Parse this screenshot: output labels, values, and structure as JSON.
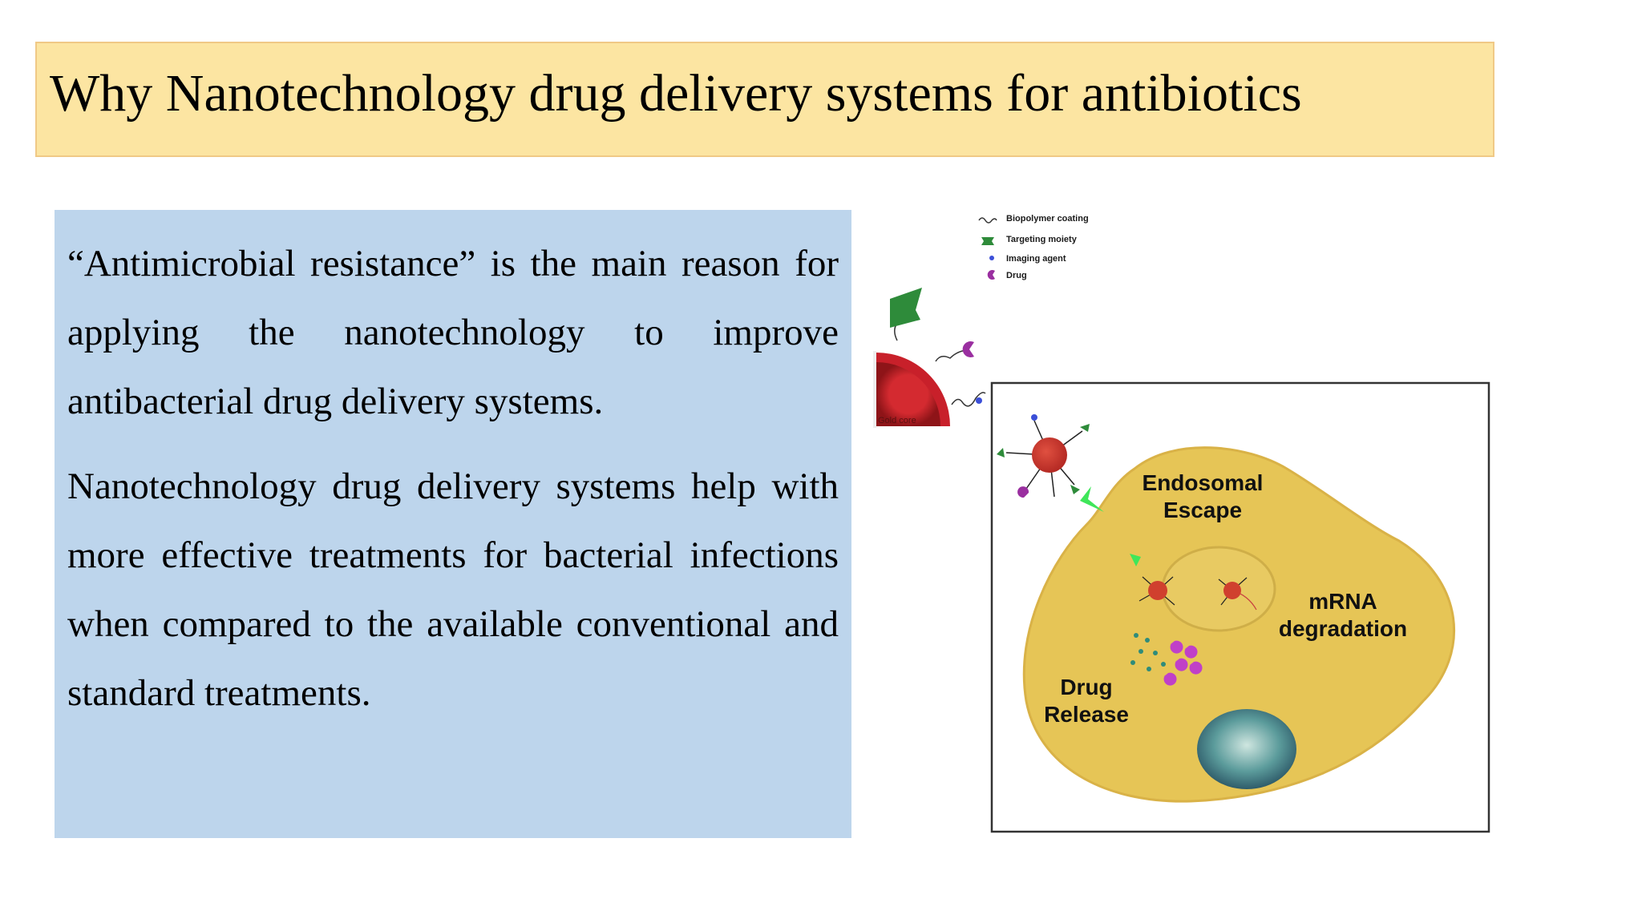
{
  "slide": {
    "title": "Why Nanotechnology drug delivery systems for antibiotics",
    "paragraphs": [
      "“Antimicrobial resistance” is the main reason for applying the nanotechnology to improve antibacterial drug delivery systems.",
      "Nanotechnology drug delivery systems help with more effective treatments for bacterial infections when compared to the available conventional and standard treatments."
    ]
  },
  "figure": {
    "legend": [
      {
        "icon": "biopolymer-coating-icon",
        "label": "Biopolymer coating"
      },
      {
        "icon": "targeting-moiety-icon",
        "label": "Targeting moiety"
      },
      {
        "icon": "imaging-agent-icon",
        "label": "Imaging agent"
      },
      {
        "icon": "drug-icon",
        "label": "Drug"
      }
    ],
    "core_label": "Gold core",
    "cell_labels": {
      "endosomal_line1": "Endosomal",
      "endosomal_line2": "Escape",
      "mrna_line1": "mRNA",
      "mrna_line2": "degradation",
      "drug_line1": "Drug",
      "drug_line2": "Release"
    },
    "colors": {
      "cell": "#e6c556",
      "gold_core": "#c8202a",
      "targeting": "#2e8b3a",
      "drug": "#9a2fa0",
      "imaging": "#3b4fd8",
      "nucleus": "#4a8a8f"
    }
  }
}
